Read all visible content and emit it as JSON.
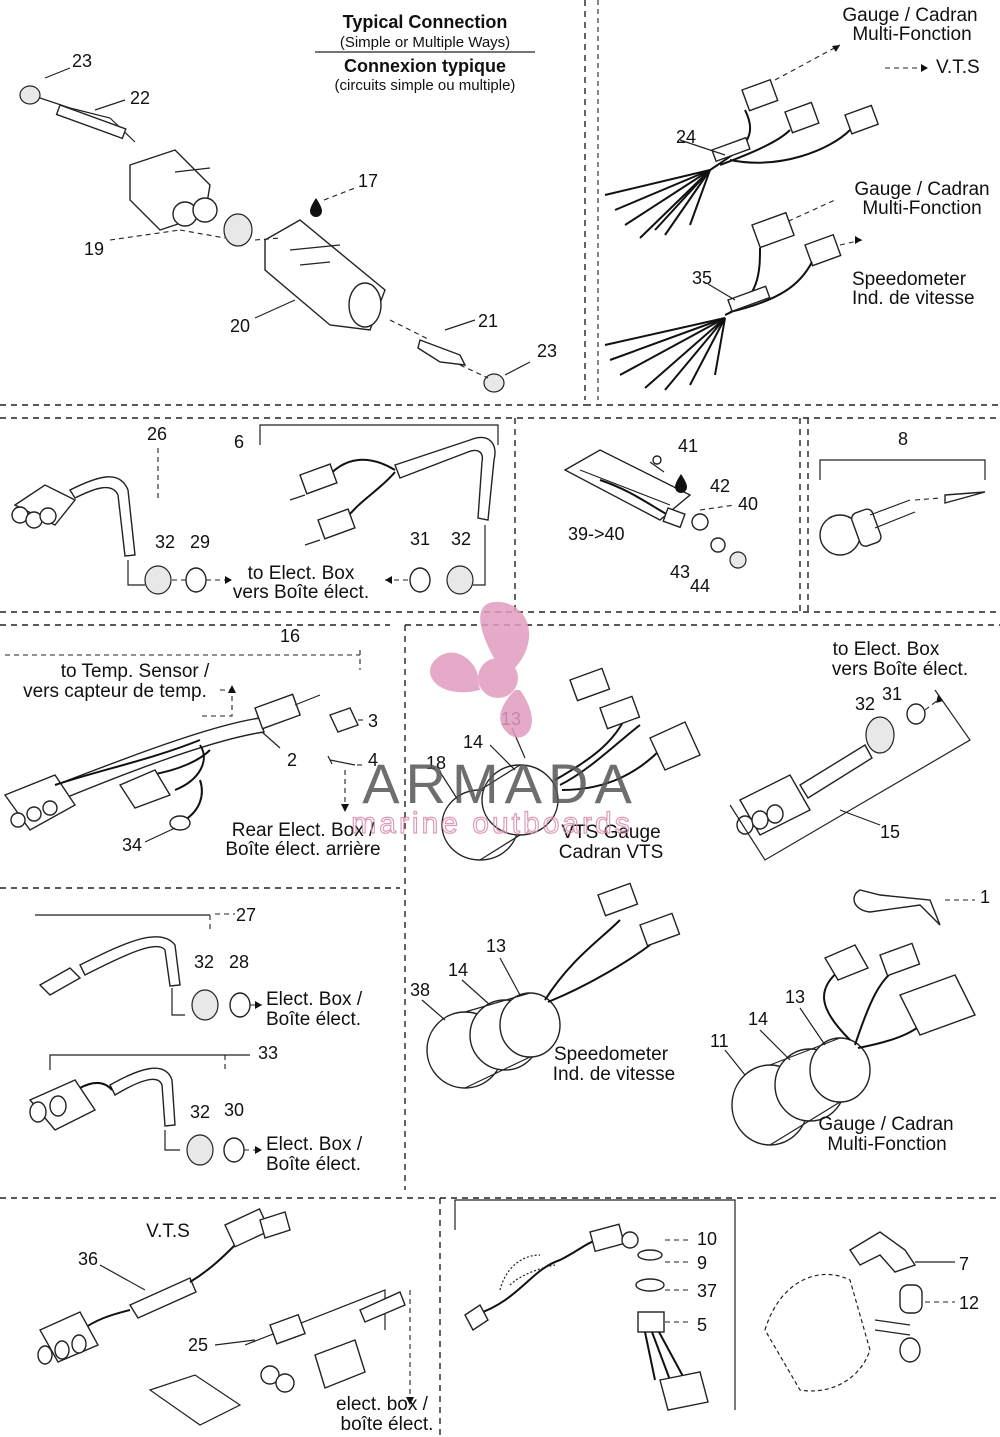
{
  "header": {
    "title_en": "Typical Connection",
    "subtitle_en": "(Simple or Multiple Ways)",
    "title_fr": "Connexion typique",
    "subtitle_fr": "(circuits simple ou multiple)"
  },
  "watermark": {
    "brand": "ARMADA",
    "tagline": "marine outboards",
    "color": "#e29cc0"
  },
  "labels": {
    "gauge_en_1": "Gauge / Cadran",
    "gauge_fr_1": "Multi-Fonction",
    "vts_arrow": "V.T.S",
    "gauge_en_2": "Gauge / Cadran",
    "gauge_fr_2": "Multi-Fonction",
    "speedo_en_1": "Speedometer",
    "speedo_fr_1": "Ind. de vitesse",
    "elect_box_en_1": "to Elect. Box",
    "elect_box_fr_1": "vers Boîte élect.",
    "temp_en": "to Temp. Sensor /",
    "temp_fr": "vers capteur de temp.",
    "rear_en": "Rear Elect. Box /",
    "rear_fr": "Boîte élect. arrière",
    "vts_gauge_en": "VTS Gauge",
    "vts_gauge_fr": "Cadran VTS",
    "elect_box_en_2": "to Elect. Box",
    "elect_box_fr_2": "vers Boîte élect.",
    "elect_box_en_3": "Elect. Box /",
    "elect_box_fr_3": "Boîte élect.",
    "elect_box_en_4": "Elect. Box /",
    "elect_box_fr_4": "Boîte élect.",
    "speedo_en_2": "Speedometer",
    "speedo_fr_2": "Ind. de vitesse",
    "gauge_en_3": "Gauge / Cadran",
    "gauge_fr_3": "Multi-Fonction",
    "vts_title": "V.T.S",
    "elect_box_en_5": "elect. box /",
    "elect_box_fr_5": "boîte élect."
  },
  "callouts": {
    "c23a": "23",
    "c22": "22",
    "c17": "17",
    "c19": "19",
    "c20": "20",
    "c21": "21",
    "c23b": "23",
    "c24": "24",
    "c35": "35",
    "c26": "26",
    "c6": "6",
    "c32a": "32",
    "c29": "29",
    "c31a": "31",
    "c32b": "32",
    "c41": "41",
    "c42": "42",
    "c40": "40",
    "c3940": "39->40",
    "c43": "43",
    "c44": "44",
    "c8": "8",
    "c16": "16",
    "c3": "3",
    "c4": "4",
    "c2": "2",
    "c34": "34",
    "c13a": "13",
    "c14a": "14",
    "c18": "18",
    "c32c": "32",
    "c31b": "31",
    "c15": "15",
    "c27": "27",
    "c32d": "32",
    "c28": "28",
    "c33": "33",
    "c32e": "32",
    "c30": "30",
    "c13b": "13",
    "c14b": "14",
    "c38": "38",
    "c1": "1",
    "c13c": "13",
    "c14c": "14",
    "c11": "11",
    "c36": "36",
    "c25": "25",
    "c10": "10",
    "c9": "9",
    "c37": "37",
    "c5": "5",
    "c7": "7",
    "c12": "12"
  }
}
